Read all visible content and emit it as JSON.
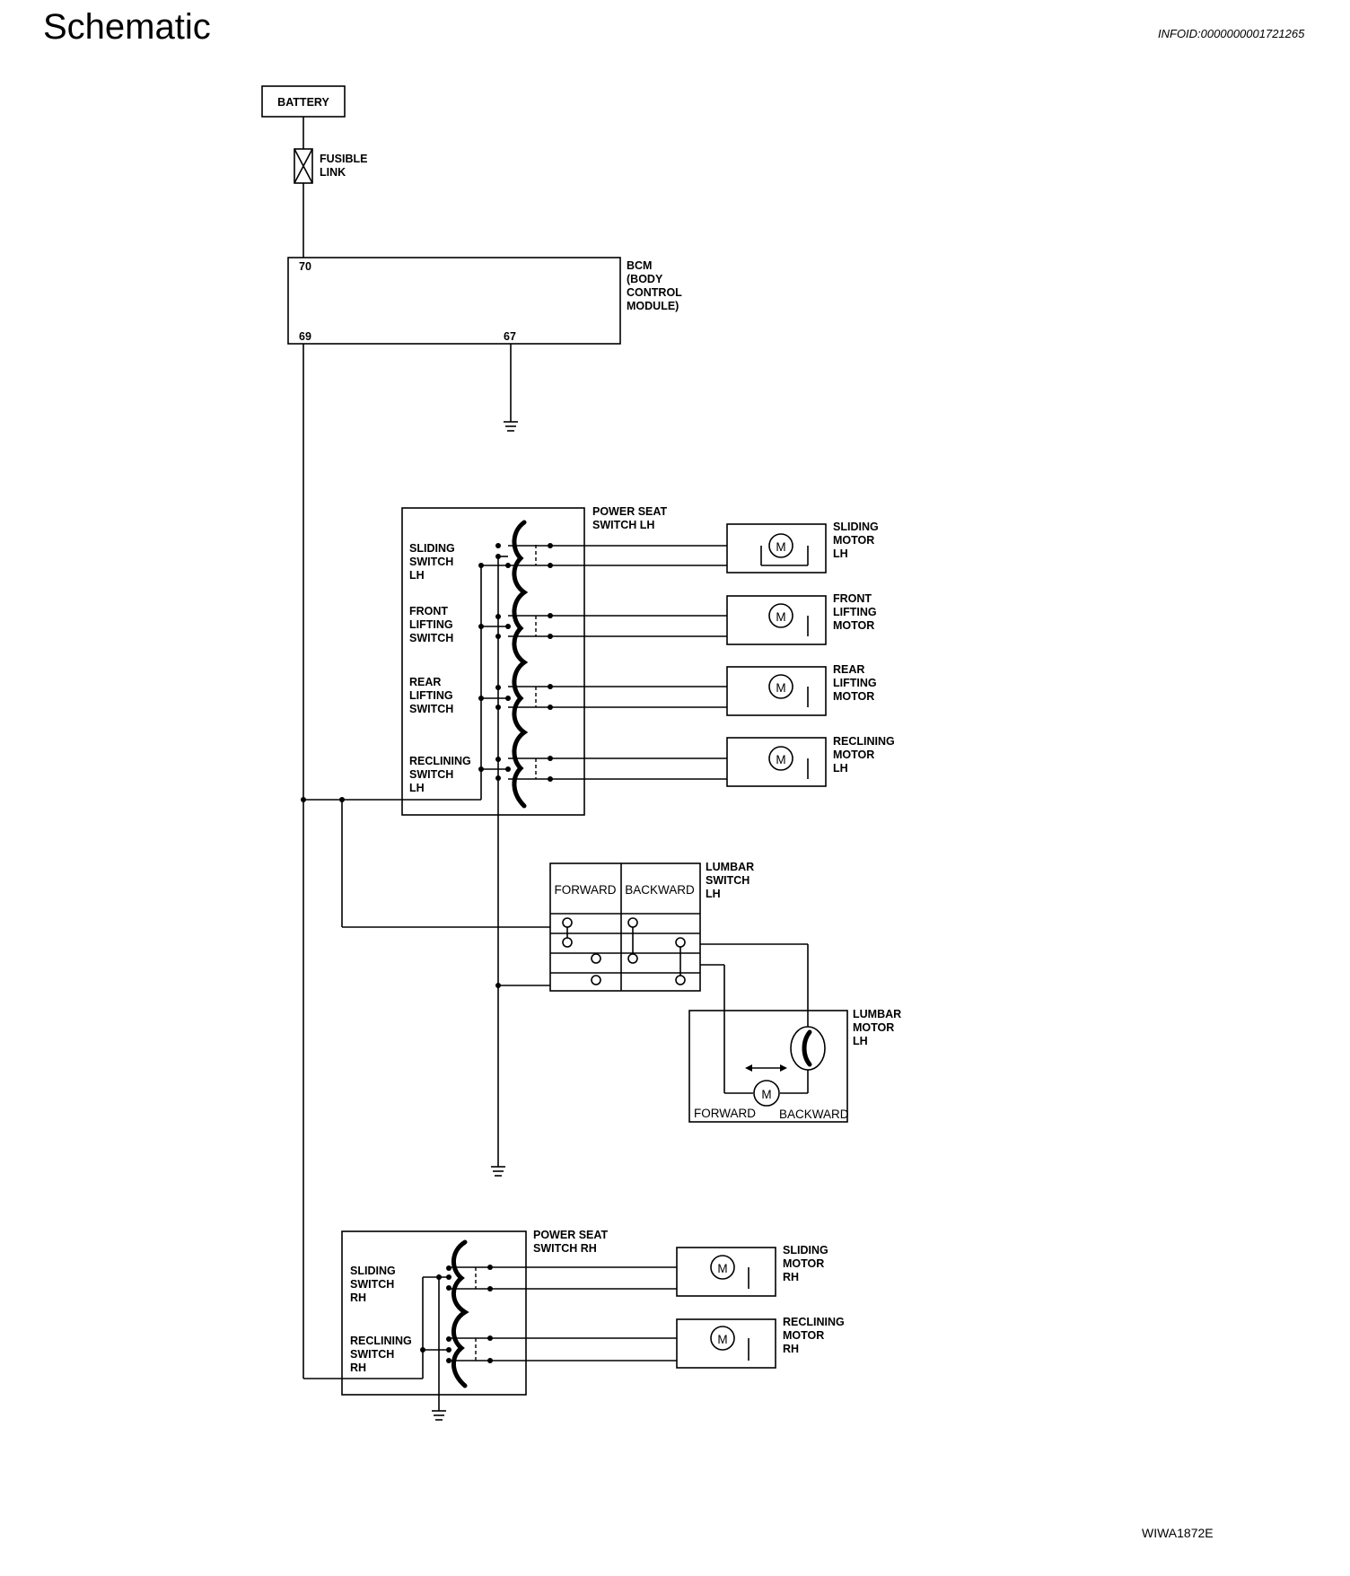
{
  "header": {
    "title": "Schematic",
    "info_id": "INFOID:0000000001721265"
  },
  "footer": {
    "figure_id": "WIWA1872E"
  },
  "power": {
    "battery": "BATTERY",
    "fusible_link": [
      "FUSIBLE",
      "LINK"
    ]
  },
  "bcm": {
    "label": [
      "BCM",
      "(BODY",
      "CONTROL",
      "MODULE)"
    ],
    "pin_in": "70",
    "pin_out": "69",
    "pin_gnd": "67"
  },
  "power_seat_lh": {
    "label": [
      "POWER SEAT",
      "SWITCH LH"
    ],
    "switches": [
      [
        "SLIDING",
        "SWITCH",
        "LH"
      ],
      [
        "FRONT",
        "LIFTING",
        "SWITCH"
      ],
      [
        "REAR",
        "LIFTING",
        "SWITCH"
      ],
      [
        "RECLINING",
        "SWITCH",
        "LH"
      ]
    ],
    "motors": [
      [
        "SLIDING",
        "MOTOR",
        "LH"
      ],
      [
        "FRONT",
        "LIFTING",
        "MOTOR"
      ],
      [
        "REAR",
        "LIFTING",
        "MOTOR"
      ],
      [
        "RECLINING",
        "MOTOR",
        "LH"
      ]
    ]
  },
  "lumbar_switch": {
    "label": [
      "LUMBAR",
      "SWITCH",
      "LH"
    ],
    "forward": "FORWARD",
    "backward": "BACKWARD"
  },
  "lumbar_motor": {
    "label": [
      "LUMBAR",
      "MOTOR",
      "LH"
    ],
    "forward": "FORWARD",
    "backward": "BACKWARD"
  },
  "power_seat_rh": {
    "label": [
      "POWER SEAT",
      "SWITCH RH"
    ],
    "switches": [
      [
        "SLIDING",
        "SWITCH",
        "RH"
      ],
      [
        "RECLINING",
        "SWITCH",
        "RH"
      ]
    ],
    "motors": [
      [
        "SLIDING",
        "MOTOR",
        "RH"
      ],
      [
        "RECLINING",
        "MOTOR",
        "RH"
      ]
    ]
  },
  "symbols": {
    "motor": "M"
  }
}
